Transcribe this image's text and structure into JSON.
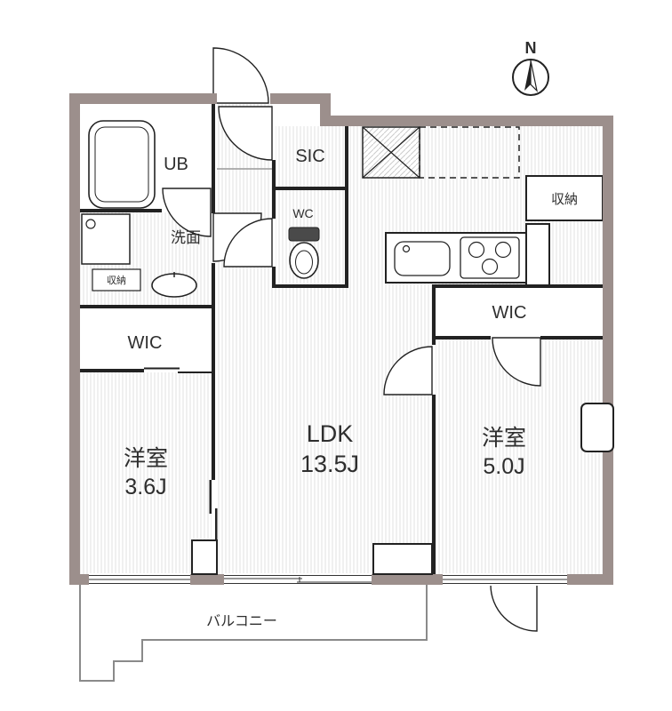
{
  "compass": {
    "label": "N"
  },
  "rooms": {
    "ub": {
      "label": "UB"
    },
    "sic": {
      "label": "SIC"
    },
    "wc": {
      "label": "WC"
    },
    "washroom": {
      "label": "洗面"
    },
    "washroom_storage": {
      "label": "収納"
    },
    "wic_left": {
      "label": "WIC"
    },
    "bedroom_left": {
      "name": "洋室",
      "size": "3.6J"
    },
    "ldk": {
      "name": "LDK",
      "size": "13.5J"
    },
    "kitchen_storage": {
      "label": "収納"
    },
    "wic_right": {
      "label": "WIC"
    },
    "bedroom_right": {
      "name": "洋室",
      "size": "5.0J"
    },
    "balcony": {
      "label": "バルコニー"
    }
  },
  "colors": {
    "wall": "#9c8f8c",
    "line": "#222222",
    "stripe": "#e0e0e0",
    "text": "#2e2e2e"
  }
}
